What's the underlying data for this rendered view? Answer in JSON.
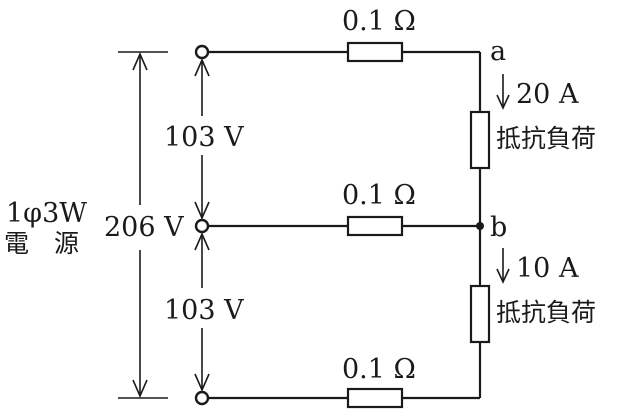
{
  "source": {
    "label_line1": "1φ3W",
    "label_line2": "電　源",
    "total_voltage": "206 V",
    "upper_voltage": "103 V",
    "lower_voltage": "103 V"
  },
  "lines": {
    "top_resistance": "0.1 Ω",
    "middle_resistance": "0.1 Ω",
    "bottom_resistance": "0.1 Ω"
  },
  "nodes": {
    "a": "a",
    "b": "b"
  },
  "loads": {
    "upper_current": "20 A",
    "upper_label": "抵抗負荷",
    "lower_current": "10 A",
    "lower_label": "抵抗負荷"
  }
}
